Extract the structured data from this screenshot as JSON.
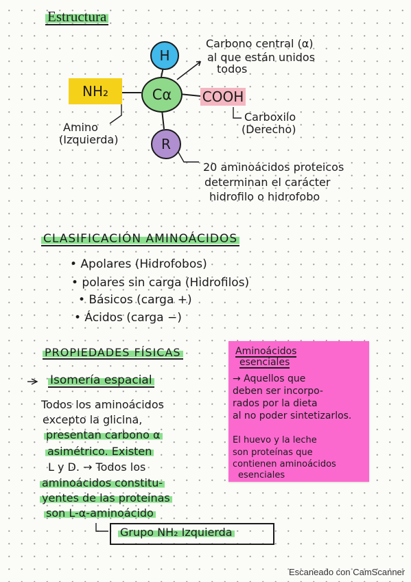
{
  "structure": {
    "title": "Estructura",
    "h": "H",
    "calpha": "Cα",
    "r": "R",
    "nh2": "NH₂",
    "cooh": "COOH",
    "central_note": [
      "Carbono central (α)",
      "al que están unidos",
      "todos"
    ],
    "amino_note": [
      "Amino",
      "(Izquierda)"
    ],
    "carboxilo_note": [
      "Carboxilo",
      "(Derecho)"
    ],
    "r_note": [
      "20 aminoácidos proteicos",
      "determinan el carácter",
      "hidrofilo o hidrofobo"
    ]
  },
  "classification": {
    "title": "CLASIFICACIÓN AMINOÁCIDOS",
    "items": [
      "• Apolares (Hidrofobos)",
      "• polares sin carga (Hidrofilos)",
      "• Básicos (carga +)",
      "• Ácidos (carga −)"
    ]
  },
  "properties": {
    "title": "PROPIEDADES FÍSICAS",
    "subtitle": "Isomería espacial",
    "lines": [
      "Todos los aminoácidos",
      "excepto la glicina,",
      "presentan carbono α",
      "asimétrico. Existen",
      "L y D. → Todos los",
      "aminoácidos constitu-",
      "yentes de las proteínas",
      "son L-α-aminoácido"
    ],
    "boxed": "Grupo NH₂ Izquierda"
  },
  "sticky": {
    "title": [
      "Aminoácidos",
      "esenciales"
    ],
    "lines": [
      "→ Aquellos que",
      "deben ser incorpo-",
      "rados por la dieta",
      "al no poder sintetizarlos."
    ],
    "lines2": [
      "El huevo y la leche",
      "son proteínas que",
      "contienen aminoácidos",
      "esenciales"
    ]
  },
  "footer": "Escaneado con CamScanner"
}
